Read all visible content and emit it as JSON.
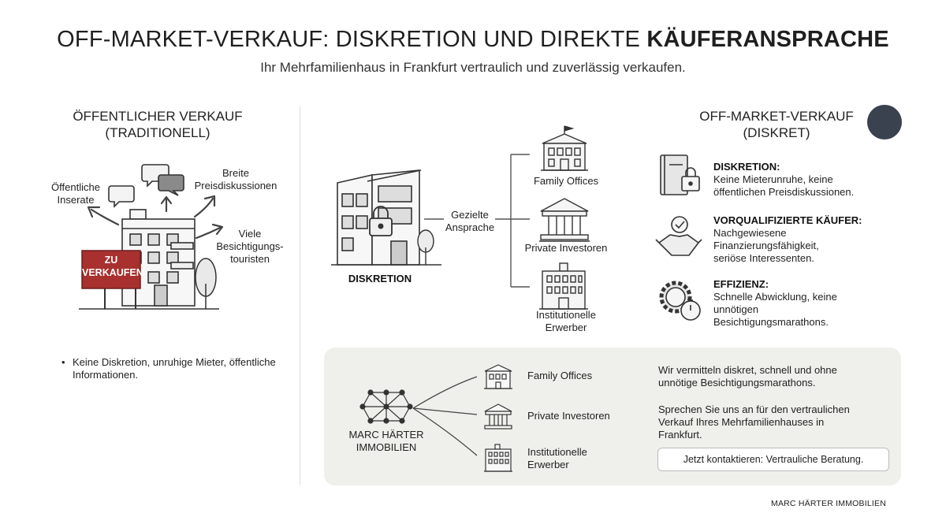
{
  "header": {
    "title_prefix": "OFF-MARKET-VERKAUF: DISKRETION UND DIREKTE ",
    "title_bold": "KÄUFERANSPRACHE",
    "subtitle": "Ihr Mehrfamilienhaus in Frankfurt vertraulich und zuverlässig verkaufen."
  },
  "left": {
    "heading_line1": "ÖFFENTLICHER VERKAUF",
    "heading_line2": "(TRADITIONELL)",
    "label_inserate_1": "Öffentliche",
    "label_inserate_2": "Inserate",
    "label_preis_1": "Breite",
    "label_preis_2": "Preisdiskussionen",
    "label_touristen_1": "Viele",
    "label_touristen_2": "Besichtigungs-",
    "label_touristen_3": "touristen",
    "sign_line1": "ZU",
    "sign_line2": "VERKAUFEN",
    "bullet_symbol": "•",
    "bullet": "Keine Diskretion, unruhige Mieter, öffentliche Informationen."
  },
  "middle": {
    "building_label": "DISKRETION",
    "connector_label_1": "Gezielte",
    "connector_label_2": "Ansprache",
    "targets": [
      "Family Offices",
      "Private Investoren"
    ],
    "target3_line1": "Institutionelle",
    "target3_line2": "Erwerber"
  },
  "right": {
    "heading_line1": "OFF-MARKET-VERKAUF",
    "heading_line2": "(DISKRET)",
    "features": [
      {
        "title": "DISKRETION:",
        "desc": [
          "Keine Mieterunruhe, keine",
          "öffentlichen Preisdiskussionen."
        ]
      },
      {
        "title": "VORQUALIFIZIERTE KÄUFER:",
        "desc": [
          "Nachgewiesene",
          "Finanzierungsfähigkeit,",
          "seriöse Interessenten."
        ]
      },
      {
        "title": "EFFIZIENZ:",
        "desc": [
          "Schnelle Abwicklung, keine",
          "unnötigen",
          "Besichtigungsmarathons."
        ]
      }
    ]
  },
  "panel": {
    "brand_line1": "MARC HÄRTER",
    "brand_line2": "IMMOBILIEN",
    "targets": [
      "Family Offices",
      "Private Investoren"
    ],
    "target3_line1": "Institutionelle",
    "target3_line2": "Erwerber",
    "text1_line1": "Wir vermitteln diskret, schnell und ohne",
    "text1_line2": "unnötige Besichtigungsmarathons.",
    "text2_line1": "Sprechen Sie uns an für den vertraulichen",
    "text2_line2": "Verkauf Ihres Mehrfamilienhauses in",
    "text2_line3": "Frankfurt.",
    "cta_label": "Jetzt kontaktieren: Vertrauliche Beratung."
  },
  "footer": {
    "brand": "MARC HÄRTER IMMOBILIEN"
  },
  "colors": {
    "accent_red": "#a8302e",
    "dark": "#3a4250",
    "panel_bg": "#efefeb"
  },
  "icons": [
    "speech-bubble-icon",
    "arrow-icon",
    "building-icon",
    "lock-icon",
    "tree-icon",
    "institution-icon",
    "book-lock-icon",
    "handshake-icon",
    "gear-stopwatch-icon",
    "network-logo-icon",
    "check-icon"
  ]
}
